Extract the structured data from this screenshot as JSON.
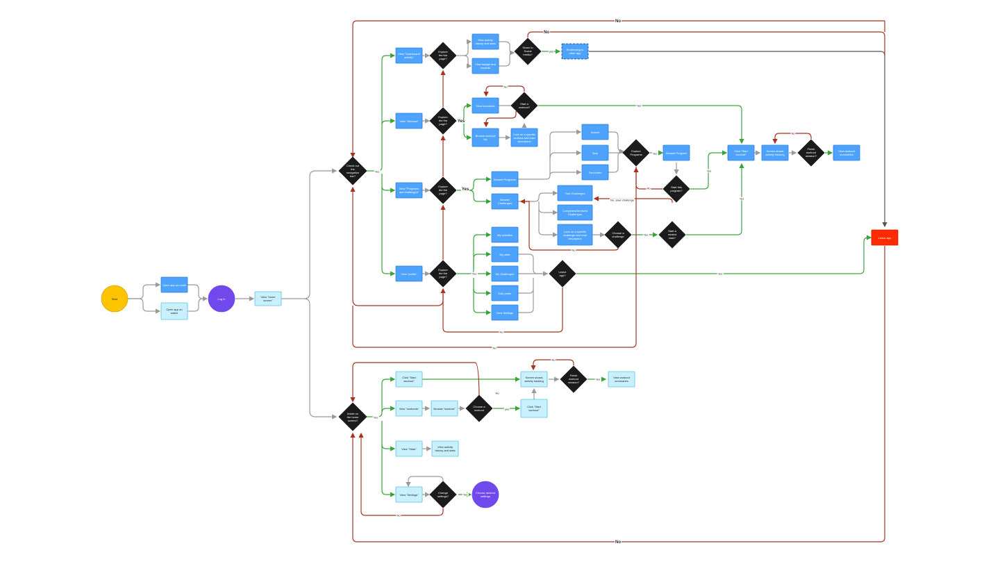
{
  "nodes": {
    "start": "Start",
    "open_mobile": "Open app on mobil",
    "open_watch": "Open app on watch",
    "log_in": "Log in",
    "view_home_mobile": "View \"home screen\"",
    "q_nav_mobile": "Check out the navigation bar?",
    "dash": "View \"Dashboard/ activity\"",
    "q_dash": "Explore the the page?",
    "activity_hist": "View activity history and stats",
    "badges": "View badget and rewards",
    "q_share": "Share to Social media?",
    "redirect": "Redirecting to other app",
    "workout": "View \"Workout\"",
    "q_workout": "Explore the the page?",
    "favorites_w": "View favourites",
    "browse_w": "Browse workout list",
    "look_w": "Look on a specific workout and read description",
    "q_start_w": "Start a workout?",
    "programs": "View \"Programs and challenges\"",
    "q_programs": "Explore the the page?",
    "browse_prog": "Browse Programs",
    "browse_chal": "Browse Challenges",
    "search": "Search",
    "stop": "Stop",
    "favorites_p": "Favourites",
    "q_explore_prog": "Explore Programs",
    "browse_program": "Browse Program",
    "q_start_prog": "Start this program?",
    "your_chal": "Your Challenges",
    "completed_chal": "Completed/Archived Challenges",
    "look_chal": "Look on a specific challenge and read description",
    "q_choose_chal": "Choose a challenge",
    "q_start_chal": "Start a related task?",
    "profile": "View \"profile\"",
    "q_profile": "Explore the the page?",
    "my_activities": "My activities",
    "my_stats": "My stats",
    "my_challenges": "My Challenges",
    "edit_profile": "Edit profile",
    "view_settings": "View Settings",
    "q_leave": "Leave app?",
    "click_start": "Click \"Start workout\"",
    "tracking": "Screen shows activity tracking",
    "q_finish": "Finish workout session?",
    "summary": "View workout summaries",
    "leave_app": "Leave app",
    "q_home_watch": "Inside on the home screen?",
    "w_click_start": "Click \"Start workout\"",
    "w_view_workouts": "View \"workouts\"",
    "w_browse": "Browse \"workout\"",
    "w_q_choose": "Choose a workout",
    "w_click_start2": "Click \"Start workout\"",
    "w_tracking": "Screen shows activity tracking",
    "w_q_finish": "Finish workout session?",
    "w_summary": "View workout summaries",
    "w_stats": "View \"Stats\"",
    "w_activity": "View activity history and stats",
    "w_settings": "View \"Settings\"",
    "w_q_change": "Change settings?",
    "w_choose_settings": "Choose desired settings"
  },
  "edge_labels": {
    "yes": "Yes",
    "yes_lower": "yes",
    "no": "No",
    "no_save": "No, save challenge"
  },
  "colors": {
    "blue_box": "#4da3ff",
    "blue_stroke": "#2d7fd6",
    "light_box": "#c8f0ff",
    "light_stroke": "#5bc0e0",
    "diamond": "#1b1b1b",
    "start": "#ffc400",
    "purple": "#7048ec",
    "red": "#ff2a00",
    "edge_gray": "#9a9a9a",
    "edge_green": "#3aa33a",
    "edge_red": "#a8321e",
    "edge_dark": "#555555"
  }
}
